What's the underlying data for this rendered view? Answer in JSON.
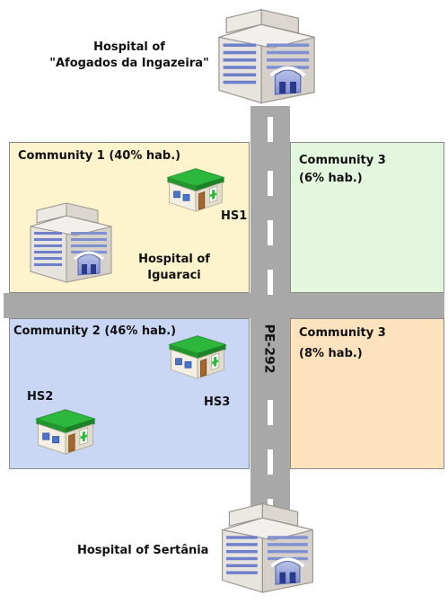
{
  "regions": {
    "community1": {
      "title": "Community 1 (40% hab.)",
      "color": "#fdf3cc"
    },
    "community2": {
      "title": "Community 2 (46% hab.)",
      "color": "#c9d7f5"
    },
    "community3_top": {
      "title": "Community 3",
      "subtitle": "(6% hab.)",
      "color": "#e3f7de"
    },
    "community3_bottom": {
      "title": "Community 3",
      "subtitle": "(8% hab.)",
      "color": "#fde3bd"
    }
  },
  "hospitals": {
    "afogados": {
      "line1": "Hospital of",
      "line2": "\"Afogados da Ingazeira\""
    },
    "iguaraci": {
      "line1": "Hospital of",
      "line2": "Iguaraci"
    },
    "sertania": {
      "label": "Hospital of Sertânia"
    }
  },
  "health_stations": {
    "hs1": "HS1",
    "hs2": "HS2",
    "hs3": "HS3"
  },
  "road": {
    "name": "PE-292",
    "color": "#a8a8a8"
  },
  "icons": {
    "hospital": "hospital-building-icon",
    "health_station": "health-station-icon"
  }
}
